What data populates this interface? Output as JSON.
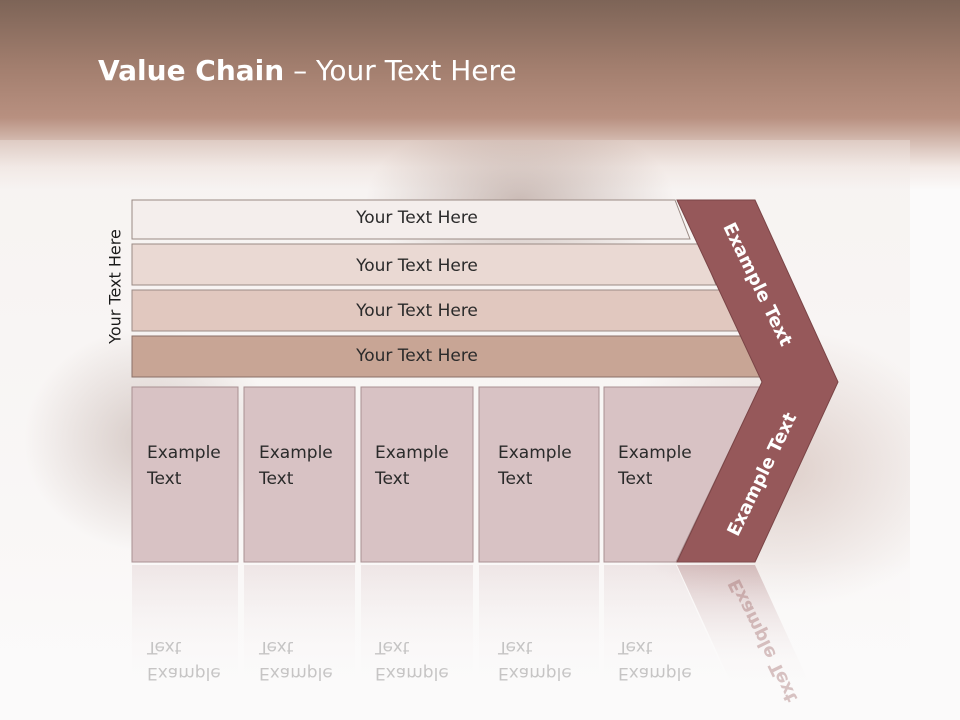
{
  "slide": {
    "title_bold": "Value Chain",
    "title_rest": " – Your Text Here",
    "vertical_label": "Your Text Here"
  },
  "support_rows": [
    {
      "label": "Your Text Here"
    },
    {
      "label": "Your Text Here"
    },
    {
      "label": "Your Text Here"
    },
    {
      "label": "Your Text Here"
    }
  ],
  "primary_boxes": [
    {
      "line1": "Example",
      "line2": "Text"
    },
    {
      "line1": "Example",
      "line2": "Text"
    },
    {
      "line1": "Example",
      "line2": "Text"
    },
    {
      "line1": "Example",
      "line2": "Text"
    },
    {
      "line1": "Example",
      "line2": "Text"
    }
  ],
  "chevron": {
    "upper_label": "Example Text",
    "lower_label": "Example Text",
    "color": "#96585a"
  },
  "colors": {
    "row1": "#f4eeec",
    "row2": "#ead9d3",
    "row3": "#e1c8bf",
    "row4": "#c8a595",
    "box": "#d8c2c4"
  }
}
